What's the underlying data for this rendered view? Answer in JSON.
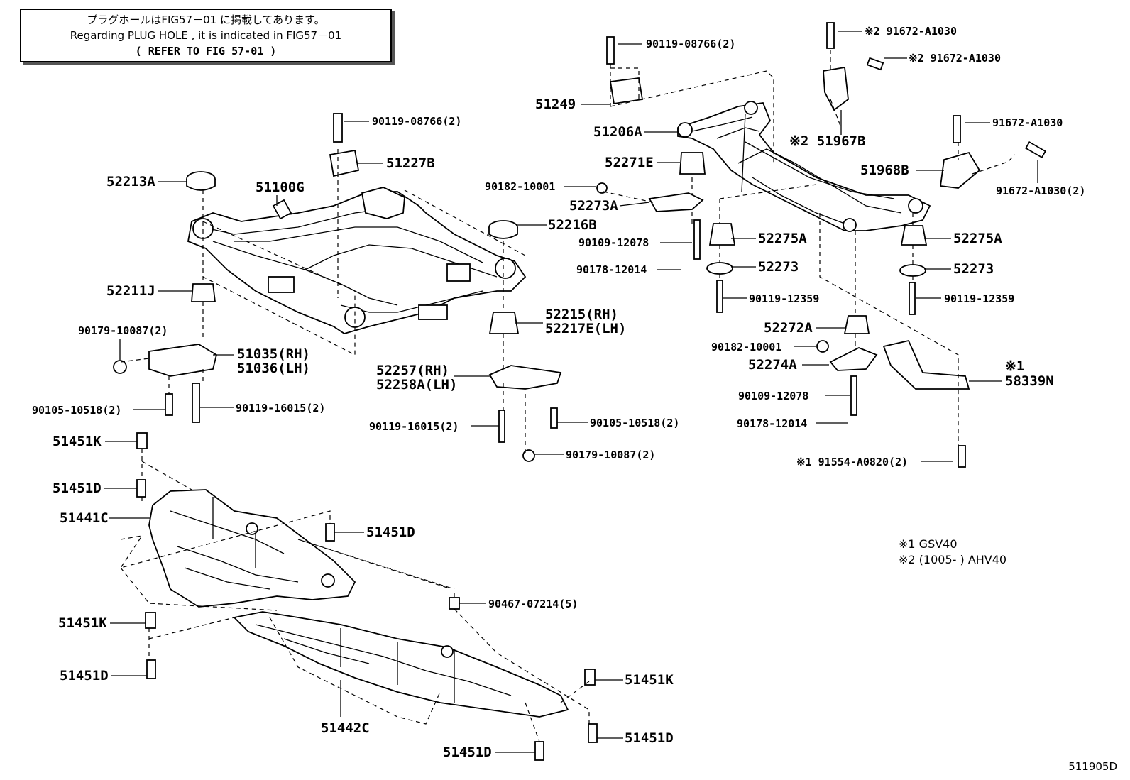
{
  "note": {
    "line1": "プラグホールはFIG57－01 に掲載してあります。",
    "line2": "Regarding  PLUG HOLE , it is indicated  in  FIG57－01",
    "line3": "(   REFER TO FIG 57-01  )"
  },
  "labels": {
    "p90119_08766_a": "90119-08766(2)",
    "p91672_A1030_a": "※2  91672-A1030",
    "p91672_A1030_b": "※2  91672-A1030",
    "p51249": "51249",
    "p51206A": "51206A",
    "p51967B": "※2  51967B",
    "p91672_A1030_c": "91672-A1030",
    "p51968B": "51968B",
    "p91672_A1030_d": "91672-A1030(2)",
    "p90119_08766_b": "90119-08766(2)",
    "p51227B": "51227B",
    "p52213A": "52213A",
    "p51100G": "51100G",
    "p52271E": "52271E",
    "p90182_10001_a": "90182-10001",
    "p52273A": "52273A",
    "p52216B": "52216B",
    "p90109_12078_a": "90109-12078",
    "p90178_12014_a": "90178-12014",
    "p52275A_a": "52275A",
    "p52275A_b": "52275A",
    "p52273_a": "52273",
    "p52273_b": "52273",
    "p90119_12359_a": "90119-12359",
    "p90119_12359_b": "90119-12359",
    "p52211J": "52211J",
    "p52215": "52215(RH)",
    "p52217E": "52217E(LH)",
    "p90179_10087_a": "90179-10087(2)",
    "p51035": "51035(RH)",
    "p51036": "51036(LH)",
    "p52272A": "52272A",
    "p90182_10001_b": "90182-10001",
    "p52274A": "52274A",
    "p52257": "52257(RH)",
    "p52258A": "52258A(LH)",
    "p58339N": "58339N",
    "p58339N_mark": "※1",
    "p90109_12078_b": "90109-12078",
    "p90105_10518_a": "90105-10518(2)",
    "p90119_16015_a": "90119-16015(2)",
    "p90119_16015_b": "90119-16015(2)",
    "p90105_10518_b": "90105-10518(2)",
    "p90178_12014_b": "90178-12014",
    "p51451K_a": "51451K",
    "p90179_10087_b": "90179-10087(2)",
    "p91554_A0820": "※1  91554-A0820(2)",
    "p51451D_a": "51451D",
    "p51441C": "51441C",
    "p51451D_b": "51451D",
    "p90467_07214": "90467-07214(5)",
    "p51451K_b": "51451K",
    "p51451D_c": "51451D",
    "p51451K_c": "51451K",
    "p51442C": "51442C",
    "p51451D_d": "51451D",
    "p51451D_e": "51451D"
  },
  "legend": {
    "line1": "※1 GSV40",
    "line2": "※2 (1005-      ) AHV40"
  },
  "figure_id": "511905D"
}
